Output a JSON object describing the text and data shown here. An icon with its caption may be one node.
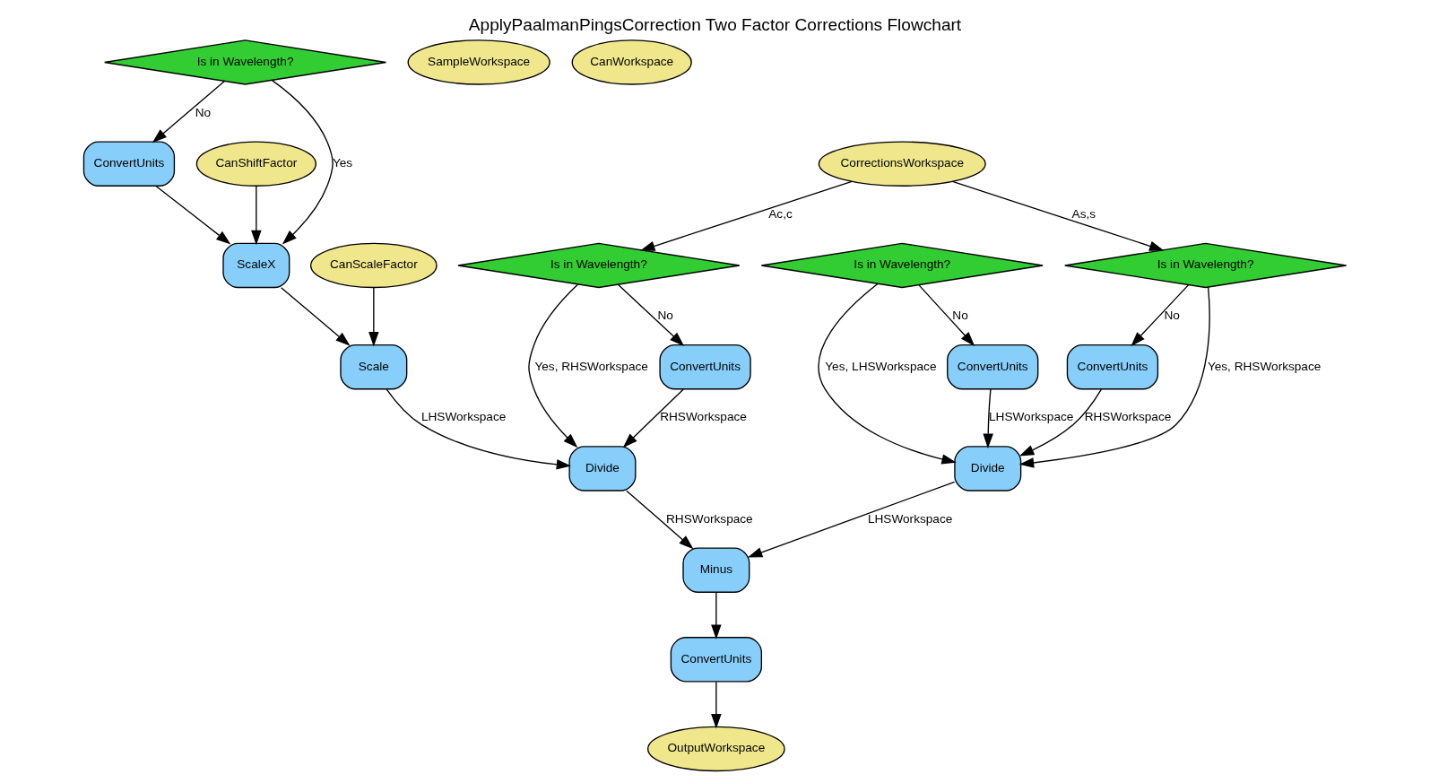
{
  "diagram": {
    "title": "ApplyPaalmanPingsCorrection Two Factor Corrections Flowchart",
    "nodes": [
      {
        "text": [
          "Is in Wavelength?"
        ]
      },
      {
        "text": [
          "SampleWorkspace"
        ]
      },
      {
        "text": [
          "CanWorkspace"
        ]
      },
      {
        "text": [
          "ConvertUnits"
        ]
      },
      {
        "text": [
          "CanShiftFactor"
        ]
      },
      {
        "text": [
          "CorrectionsWorkspace"
        ]
      },
      {
        "text": [
          "ScaleX"
        ]
      },
      {
        "text": [
          "CanScaleFactor"
        ]
      },
      {
        "text": [
          "Is in Wavelength?"
        ]
      },
      {
        "text": [
          "Is in Wavelength?"
        ]
      },
      {
        "text": [
          "Is in Wavelength?"
        ]
      },
      {
        "text": [
          "Scale"
        ]
      },
      {
        "text": [
          "ConvertUnits"
        ]
      },
      {
        "text": [
          "ConvertUnits"
        ]
      },
      {
        "text": [
          "ConvertUnits"
        ]
      },
      {
        "text": [
          "Divide"
        ]
      },
      {
        "text": [
          "Divide"
        ]
      },
      {
        "text": [
          "Minus"
        ]
      },
      {
        "text": [
          "ConvertUnits"
        ]
      },
      {
        "text": [
          "OutputWorkspace"
        ]
      }
    ],
    "edges": [
      {
        "from": 0,
        "to": 3,
        "arrow": "to",
        "label": "No"
      },
      {
        "from": 0,
        "to": 6,
        "arrow": "to",
        "label": "Yes"
      },
      {
        "from": 3,
        "to": 6,
        "arrow": "to"
      },
      {
        "from": 4,
        "to": 6,
        "arrow": "to"
      },
      {
        "from": 5,
        "to": 8,
        "arrow": "to",
        "label": "Ac,c"
      },
      {
        "from": 5,
        "to": 9,
        "arrow": "to",
        "label": "As,s"
      },
      {
        "from": 6,
        "to": 11,
        "arrow": "to"
      },
      {
        "from": 7,
        "to": 11,
        "arrow": "to"
      },
      {
        "from": 8,
        "to": 12,
        "arrow": "to",
        "label": "No"
      },
      {
        "from": 8,
        "to": 15,
        "arrow": "to",
        "label": "Yes, RHSWorkspace"
      },
      {
        "from": 9,
        "to": 13,
        "arrow": "to",
        "label": "No"
      },
      {
        "from": 9,
        "to": 16,
        "arrow": "to",
        "label": "Yes, RHSWorkspace"
      },
      {
        "from": 10,
        "to": 14,
        "arrow": "to",
        "label": "No"
      },
      {
        "from": 10,
        "to": 16,
        "arrow": "to",
        "label": "Yes, LHSWorkspace"
      },
      {
        "from": 11,
        "to": 15,
        "arrow": "to",
        "label": "LHSWorkspace"
      },
      {
        "from": 12,
        "to": 15,
        "arrow": "to",
        "label": "RHSWorkspace"
      },
      {
        "from": 13,
        "to": 16,
        "arrow": "to",
        "label": "RHSWorkspace"
      },
      {
        "from": 14,
        "to": 16,
        "arrow": "to",
        "label": "LHSWorkspace"
      },
      {
        "from": 15,
        "to": 17,
        "arrow": "to",
        "label": "RHSWorkspace"
      },
      {
        "from": 16,
        "to": 17,
        "arrow": "to",
        "label": "LHSWorkspace"
      },
      {
        "from": 17,
        "to": 18,
        "arrow": "to"
      },
      {
        "from": 18,
        "to": 19,
        "arrow": "to"
      }
    ]
  }
}
